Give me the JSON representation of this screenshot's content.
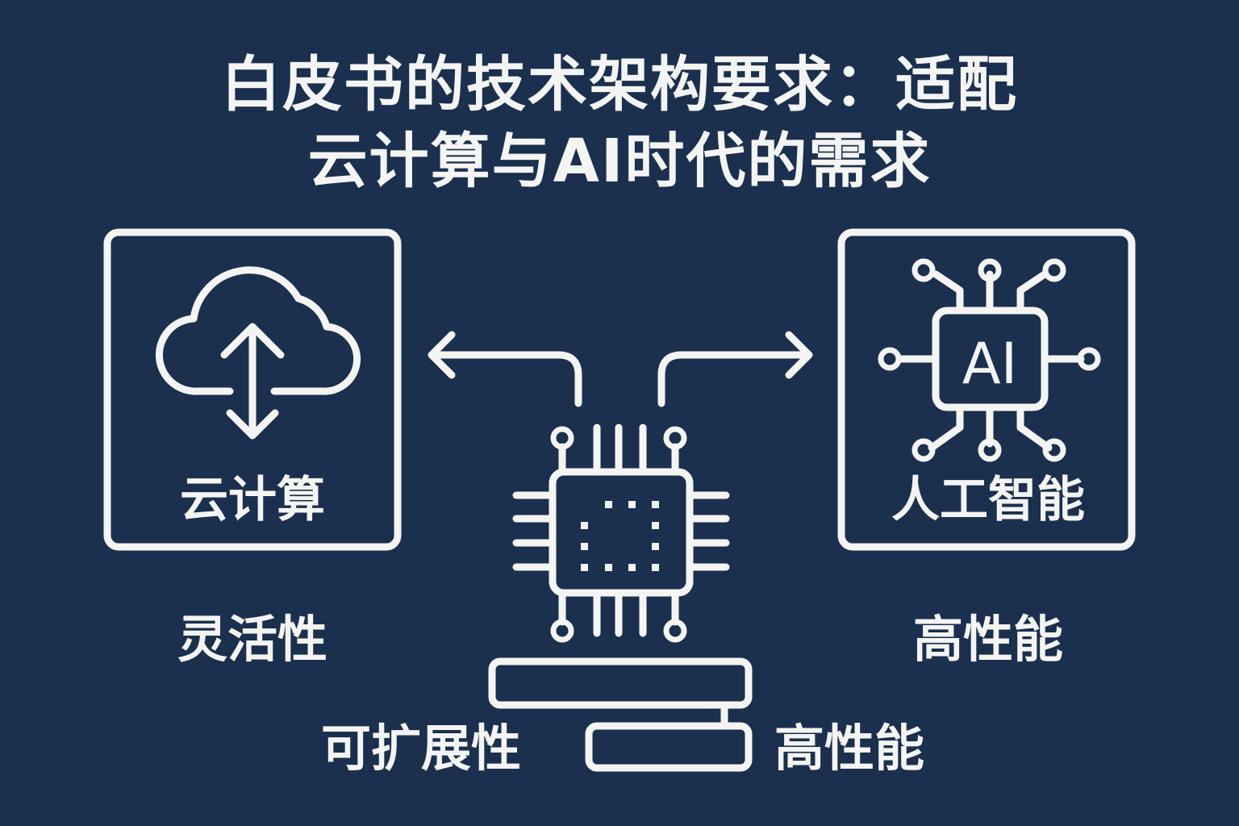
{
  "title": {
    "line1": "白皮书的技术架构要求：适配",
    "line2": "云计算与AI时代的需求"
  },
  "left_box": {
    "label": "云计算",
    "icon": "cloud-upload-download-icon"
  },
  "right_box": {
    "label": "人工智能",
    "chip_text": "AI",
    "icon": "ai-chip-icon"
  },
  "labels": {
    "flexibility": "灵活性",
    "performance_right": "高性能",
    "scalability": "可扩展性",
    "performance_bottom": "高性能"
  },
  "center": {
    "icon": "processor-chip-icon"
  },
  "colors": {
    "background": "#1b2f4e",
    "foreground": "#f4f4f2"
  }
}
